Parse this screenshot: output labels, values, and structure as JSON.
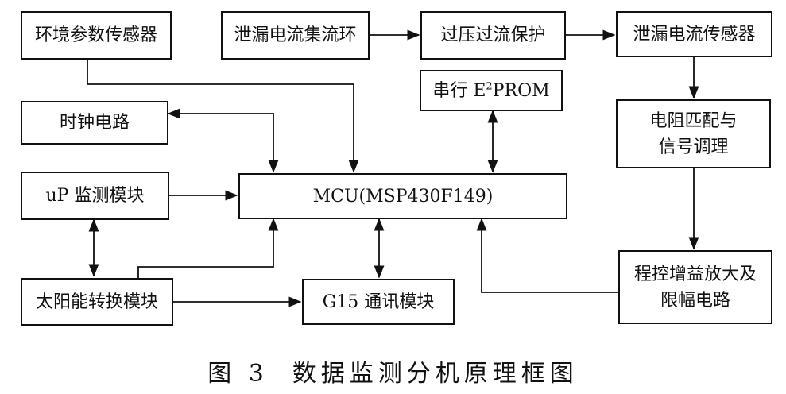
{
  "blocks": {
    "env_sensor": "环境参数传感器",
    "slip_ring": "泄漏电流集流环",
    "overprotect": "过压过流保护",
    "leak_sensor": "泄漏电流传感器",
    "clock": "时钟电路",
    "eeprom_prefix": "串行 E",
    "eeprom_sup": "2",
    "eeprom_suffix": "PROM",
    "match_line1": "电阻匹配与",
    "match_line2": "信号调理",
    "up_monitor": "uP 监测模块",
    "mcu": "MCU(MSP430F149)",
    "amp_line1": "程控增益放大及",
    "amp_line2": "限幅电路",
    "solar": "太阳能转换模块",
    "g15": "G15 通讯模块"
  },
  "caption": {
    "number": "图 3",
    "title": "数据监测分机原理框图"
  },
  "colors": {
    "ink": "#111111",
    "paper": "#ffffff"
  }
}
